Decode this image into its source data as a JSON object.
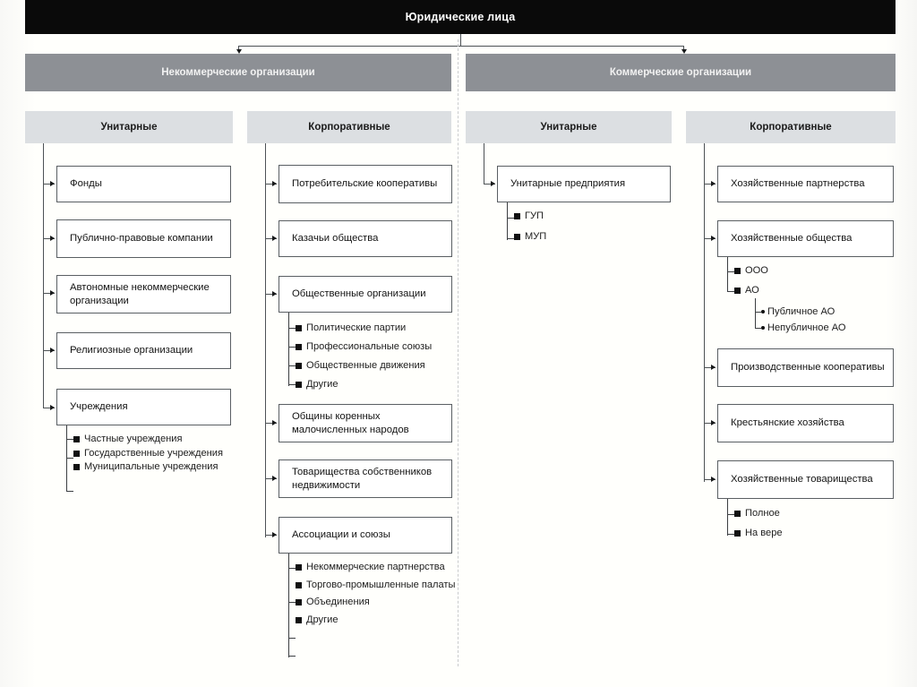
{
  "diagram": {
    "title": "Юридические лица",
    "bands": [
      {
        "id": "nko",
        "label": "Некоммерческие организации"
      },
      {
        "id": "ko",
        "label": "Коммерческие организации"
      }
    ],
    "subheaders": [
      {
        "id": "c1",
        "label": "Унитарные",
        "parent": "Некоммерческие организации"
      },
      {
        "id": "c2",
        "label": "Корпоративные",
        "parent": "Некоммерческие организации"
      },
      {
        "id": "c3",
        "label": "Унитарные",
        "parent": "Коммерческие организации"
      },
      {
        "id": "c4",
        "label": "Корпоративные",
        "parent": "Коммерческие организации"
      }
    ],
    "columns": {
      "c1": {
        "nodes": [
          {
            "label": "Фонды"
          },
          {
            "label": "Публично-правовые компании"
          },
          {
            "label": "Автономные некоммерческие организации"
          },
          {
            "label": "Религиозные организации"
          },
          {
            "label": "Учреждения",
            "children": [
              "Частные учреждения",
              "Государственные учреждения",
              "Муниципальные учреждения"
            ]
          }
        ]
      },
      "c2": {
        "nodes": [
          {
            "label": "Потребительские кооперативы"
          },
          {
            "label": "Казачьи общества"
          },
          {
            "label": "Общественные организации",
            "children": [
              "Политические партии",
              "Профессиональные союзы",
              "Общественные движения",
              "Другие"
            ]
          },
          {
            "label": "Общины коренных малочисленных народов"
          },
          {
            "label": "Товарищества собственников недвижимости"
          },
          {
            "label": "Ассоциации и союзы",
            "children": [
              "Некоммерческие партнерства",
              "Торгово-промышленные палаты",
              "Объединения",
              "Другие"
            ]
          }
        ]
      },
      "c3": {
        "nodes": [
          {
            "label": "Унитарные предприятия",
            "children": [
              "ГУП",
              "МУП"
            ]
          }
        ]
      },
      "c4": {
        "nodes": [
          {
            "label": "Хозяйственные партнерства"
          },
          {
            "label": "Хозяйственные общества",
            "children": [
              "ООО",
              "АО"
            ],
            "grandchildren": [
              "Публичное АО",
              "Непубличное АО"
            ]
          },
          {
            "label": "Производственные кооперативы"
          },
          {
            "label": "Крестьянские хозяйства"
          },
          {
            "label": "Хозяйственные товарищества",
            "children": [
              "Полное",
              "На вере"
            ]
          }
        ]
      }
    },
    "colors": {
      "title_bar": "#0a0a0a",
      "band": "#8d9095",
      "subheader": "#dcdfe2",
      "node_border": "#5a5f63",
      "bullet": "#111111",
      "page_bg": "#fffffb"
    }
  }
}
